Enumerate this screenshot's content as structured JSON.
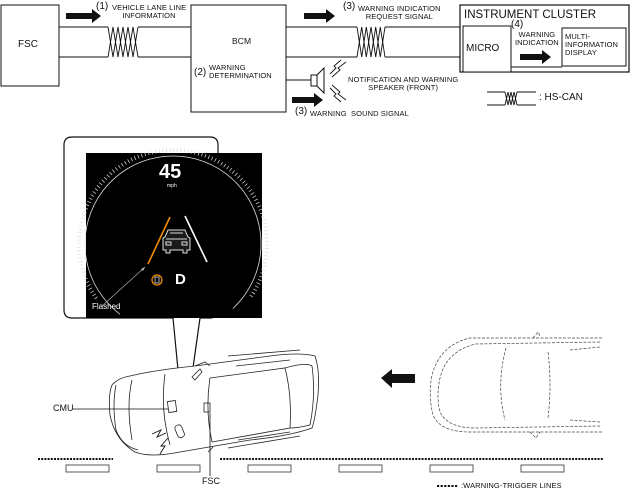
{
  "diagram": {
    "title": "Lane departure warning system - signal flow",
    "blocks": {
      "fsc": "FSC",
      "bcm": "BCM",
      "instrument_cluster": "INSTRUMENT CLUSTER",
      "micro": "MICRO",
      "multi_info_display": "MULTI-\nINFORMATION\nDISPLAY"
    },
    "signals": {
      "s1_num": "(1)",
      "s1_label": "VEHICLE LANE LINE\nINFORMATION",
      "s2_num": "(2)",
      "s2_label": "WARNING\nDETERMINATION",
      "s3a_num": "(3)",
      "s3a_label": "WARNING INDICATION\nREQUEST SIGNAL",
      "s3b_num": "(3)",
      "s3b_label": "WARNING  SOUND SIGNAL",
      "s4_num": "(4)",
      "s4_label": "WARNING\nINDICATION"
    },
    "speaker_label": "NOTIFICATION AND WARNING\nSPEAKER (FRONT)",
    "legend": {
      "hs_can": ": HS-CAN",
      "warning_trigger": ":WARNING-TRIGGER LINES"
    },
    "display": {
      "speed": "45",
      "unit": "mph",
      "gear": "D",
      "flashed_label": "Flashed",
      "lane_warning_color": "#f08c00",
      "screen_bg": "#000000"
    },
    "vehicle_labels": {
      "cmu": "CMU",
      "fsc": "FSC"
    }
  }
}
